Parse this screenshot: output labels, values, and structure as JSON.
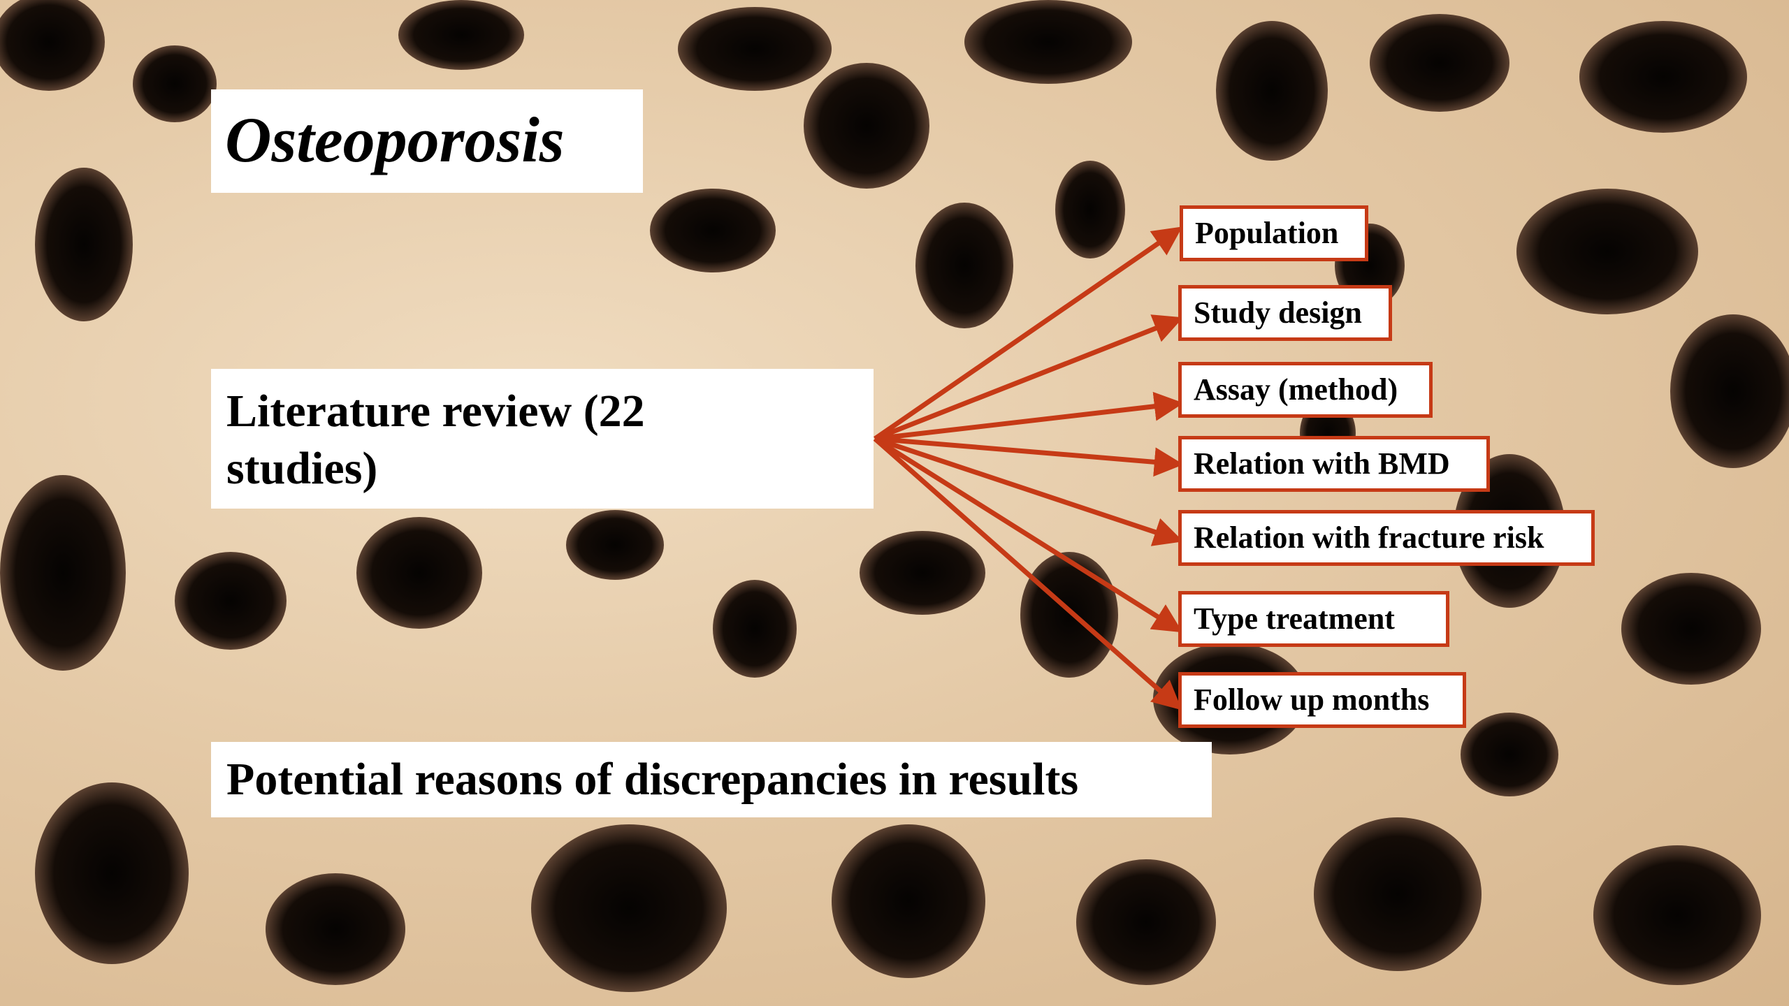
{
  "title": "Osteoporosis",
  "review": {
    "line1": "Literature review (22",
    "line2": "studies)"
  },
  "reasons": "Potential reasons of discrepancies in results",
  "categories": [
    "Population",
    "Study design",
    "Assay (method)",
    "Relation with BMD",
    "Relation with fracture risk",
    "Type treatment",
    "Follow up months"
  ],
  "colors": {
    "arrow": "#c63a16",
    "box_border": "#c63a16",
    "box_fill": "#ffffff",
    "bone": "#e8cfb0",
    "cavity": "#0d0907"
  },
  "background": {
    "description_icon": "bone-trabecular-texture"
  }
}
